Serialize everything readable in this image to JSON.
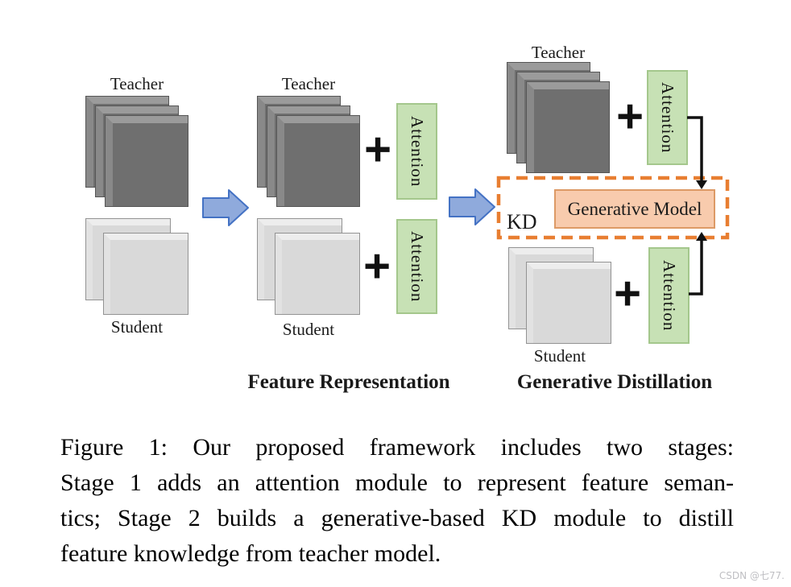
{
  "diagram": {
    "teacher_label": "Teacher",
    "student_label": "Student",
    "attention_label": "Attention",
    "plus": "+",
    "kd_label": "KD",
    "generative_model_label": "Generative Model",
    "stage1_caption": "Feature Representation",
    "stage2_caption": "Generative Distillation"
  },
  "caption": {
    "lines": [
      "Figure 1: Our proposed framework includes two stages:",
      "Stage 1 adds an attention module to represent feature seman-",
      "tics; Stage 2 builds a generative-based KD module to distill",
      "feature knowledge from teacher model."
    ]
  },
  "watermark": {
    "text": "CSDN @七77."
  },
  "colors": {
    "attention_fill": "#C7E1B5",
    "attention_border": "#A4C78C",
    "arrow_fill": "#8FAADC",
    "arrow_border": "#4472C4",
    "kd_dash_border": "#E87E31",
    "generative_fill": "#F8CBAD",
    "generative_border": "#DD9A66",
    "teacher_slab": "#6F6F6F",
    "student_slab": "#D9D9D9",
    "connector": "#111111"
  }
}
